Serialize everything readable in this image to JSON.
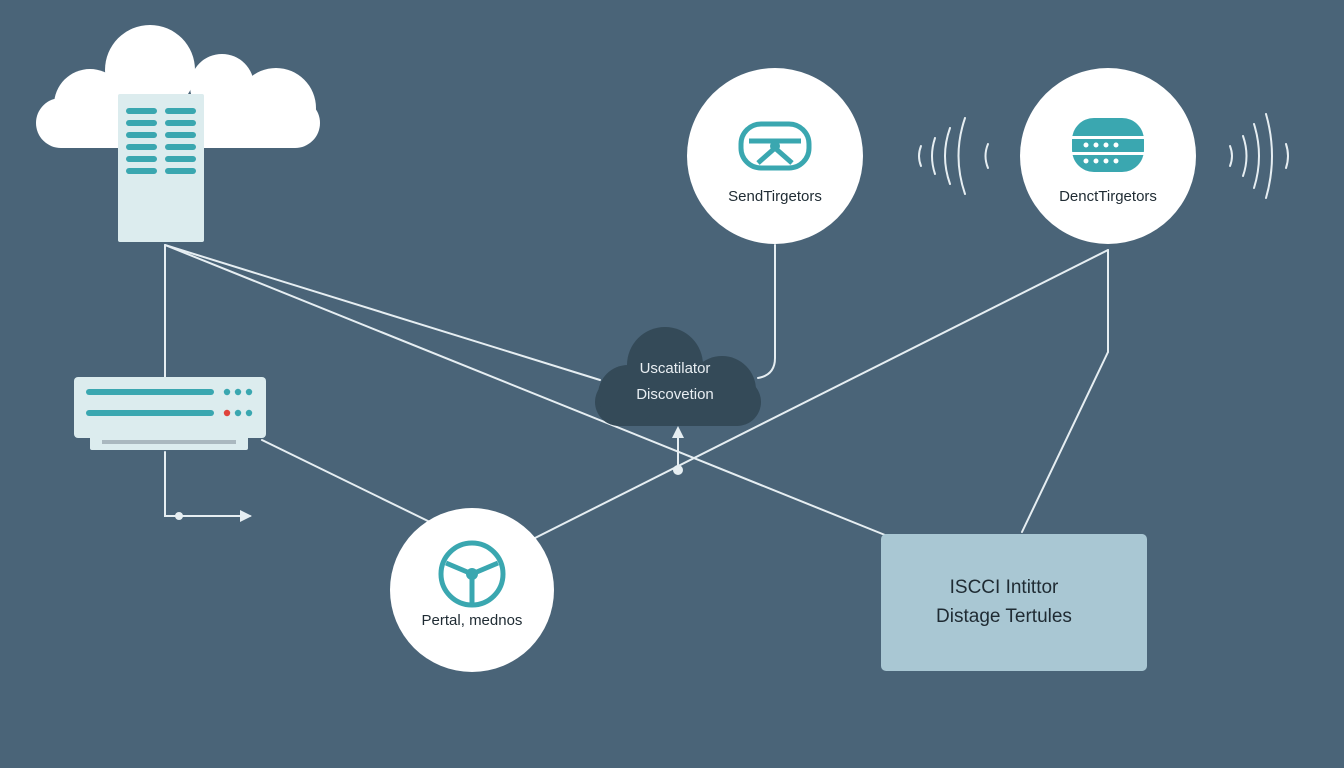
{
  "colors": {
    "background": "#4a6478",
    "line": "#e6eef2",
    "node_fill": "#ffffff",
    "icon_teal": "#3aa7b0",
    "server_panel": "#dcecee",
    "cloud_dark": "#344a58",
    "box_fill": "#a9c7d3",
    "status_red": "#e0443c"
  },
  "nodes": {
    "send_targets": {
      "label": "SendTirgetors",
      "icon": "steering-wheel-icon"
    },
    "dnct_targets": {
      "label": "DenctTirgetors",
      "icon": "database-icon"
    },
    "portal": {
      "label": "Pertal, mednos",
      "icon": "steering-wheel-icon"
    }
  },
  "discovery_cloud": {
    "line1": "Uscatilator",
    "line2": "Discovetion"
  },
  "initiator_box": {
    "line1": "ISCCI Intittor",
    "line2": "Distage Tertules"
  },
  "icons": {
    "cloud_server": "cloud-server-icon",
    "rack_server": "rack-server-icon",
    "signal_left": "signal-waves-icon",
    "signal_right": "signal-waves-icon"
  }
}
